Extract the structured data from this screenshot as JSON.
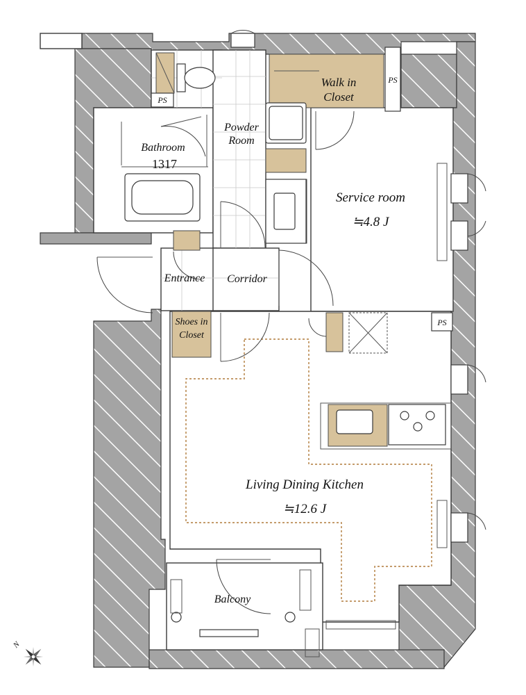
{
  "rooms": {
    "bathroom": {
      "name": "Bathroom",
      "size_code": "1317"
    },
    "powder_room": {
      "line1": "Powder",
      "line2": "Room"
    },
    "walk_in_closet": {
      "line1": "Walk in",
      "line2": "Closet"
    },
    "service_room": {
      "name": "Service room",
      "area": "≒4.8 J"
    },
    "entrance": {
      "name": "Entrance"
    },
    "corridor": {
      "name": "Corridor"
    },
    "shoes_closet": {
      "line1": "Shoes in",
      "line2": "Closet"
    },
    "ldk": {
      "name": "Living Dining Kitchen",
      "area": "≒12.6 J"
    },
    "balcony": {
      "name": "Balcony"
    }
  },
  "pipe_spaces": {
    "ps1": "PS",
    "ps2": "PS",
    "ps3": "PS"
  },
  "compass": {
    "north_label": "N"
  },
  "colors": {
    "wall": "#a4a4a4",
    "closet": "#d7c29b",
    "dotted_line": "#b07a3a"
  }
}
